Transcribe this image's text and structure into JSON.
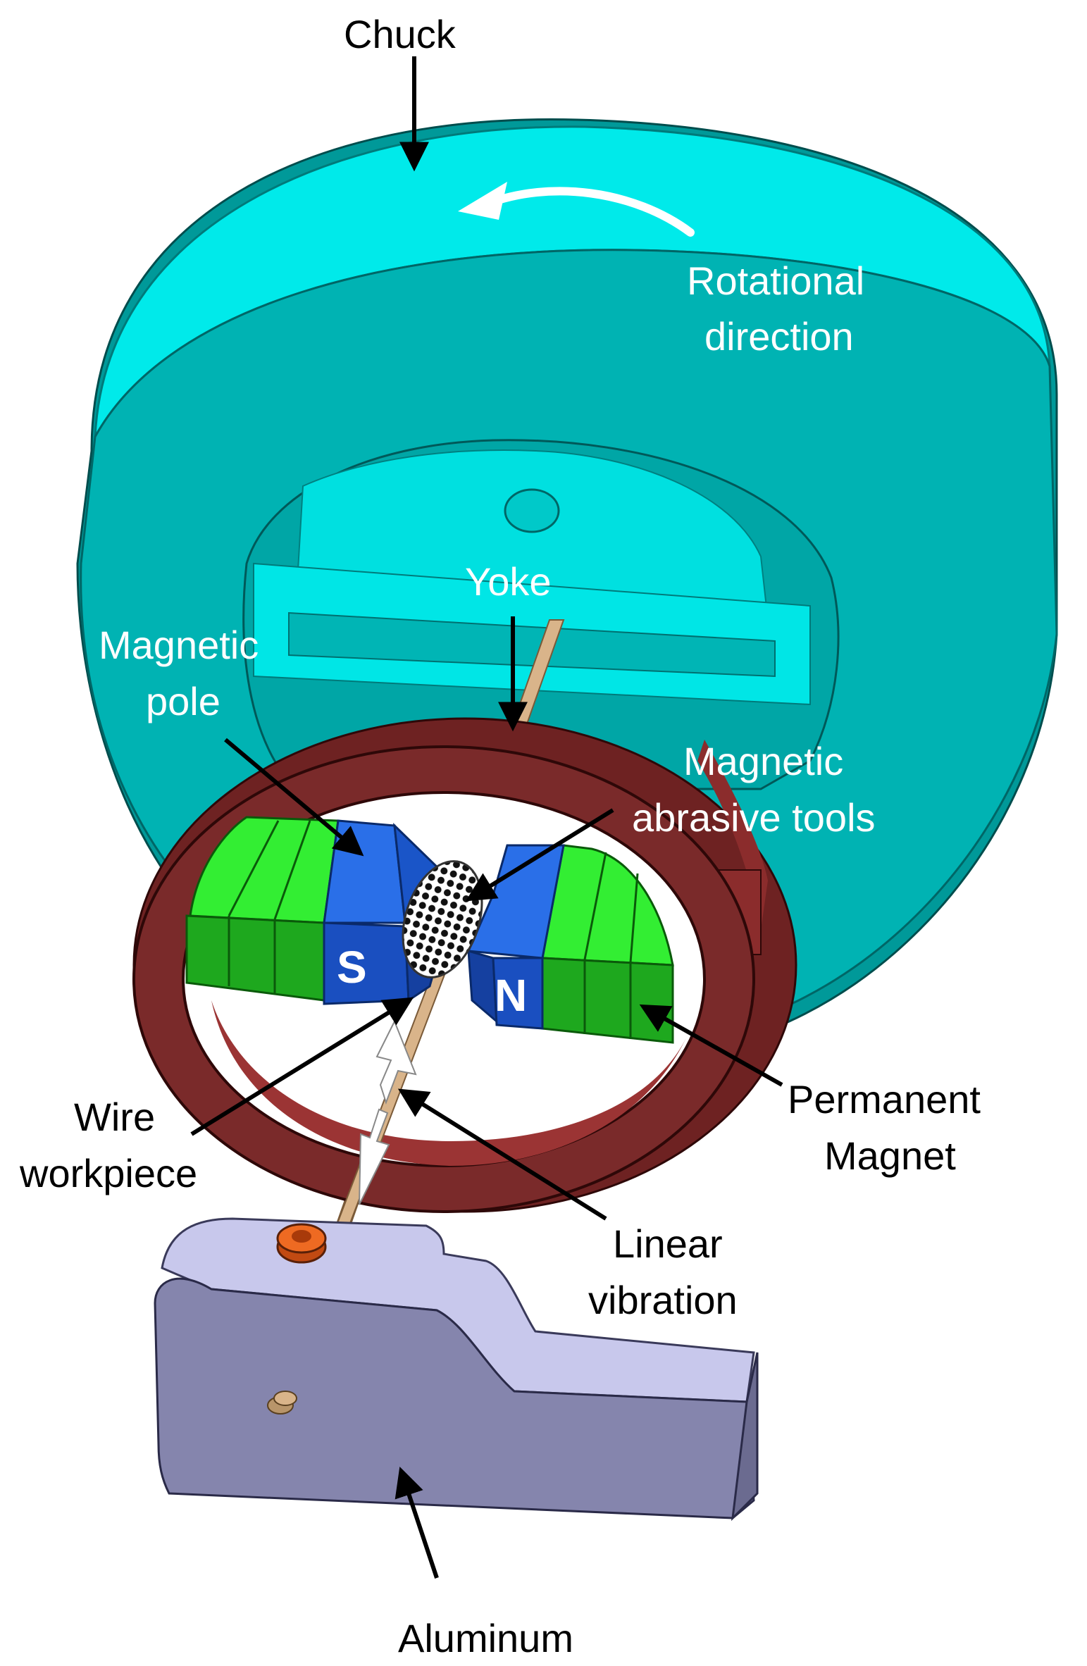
{
  "labels": {
    "chuck": "Chuck",
    "rotational_line1": "Rotational",
    "rotational_line2": "direction",
    "yoke": "Yoke",
    "magnetic_pole_line1": "Magnetic",
    "magnetic_pole_line2": "pole",
    "abrasive_line1": "Magnetic",
    "abrasive_line2": "abrasive tools",
    "permanent_line1": "Permanent",
    "permanent_line2": "Magnet",
    "wire_line1": "Wire",
    "wire_line2": "workpiece",
    "linear_line1": "Linear",
    "linear_line2": "vibration",
    "aluminum": "Aluminum"
  },
  "poles": {
    "south": "S",
    "north": "N"
  },
  "colors": {
    "chuck": "#00b3b3",
    "chuck_top": "#00e8e8",
    "yoke": "#7a2a2a",
    "magnet": "#22cc22",
    "pole": "#1a5fd6",
    "fixture": "#8c8cb8",
    "wire": "#d9b48a"
  }
}
